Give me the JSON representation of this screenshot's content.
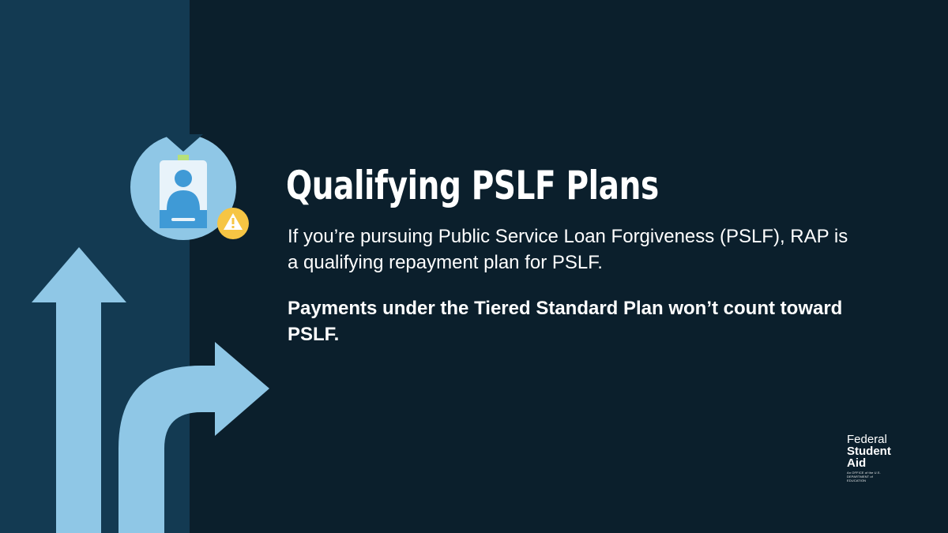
{
  "slide": {
    "title": "Qualifying PSLF Plans",
    "body": "If you’re pursuing Public Service Loan Forgiveness (PSLF), RAP is a qualifying repayment plan for PSLF.",
    "emphasis": "Payments under the Tiered Standard Plan won’t count toward PSLF."
  },
  "logo": {
    "line1": "Federal",
    "line2": "Student",
    "line3": "Aid",
    "tagline": "An OFFICE of the U.S. DEPARTMENT of EDUCATION"
  },
  "icons": {
    "badge": "id-badge-icon",
    "warning": "warning-icon",
    "arrow_up": "arrow-up-icon",
    "arrow_turn": "arrow-turn-right-icon"
  },
  "colors": {
    "background": "#0b1f2c",
    "left_panel": "#133a52",
    "arrow": "#8fc7e6",
    "badge_circle": "#8fc7e6",
    "badge_card": "#e8f3fa",
    "badge_accent": "#3f9ad6",
    "warning": "#f6c544"
  }
}
